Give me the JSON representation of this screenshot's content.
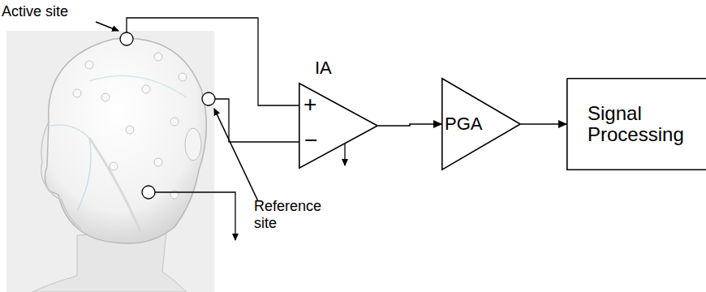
{
  "diagram": {
    "nodes": [
      {
        "text": [
          "IA",
          "+",
          "−"
        ]
      },
      {
        "text": [
          "PGA"
        ]
      },
      {
        "text": [
          "Signal Processing"
        ]
      }
    ],
    "edges": [
      {
        "from": 0,
        "to": 1,
        "arrow": "to"
      },
      {
        "from": 1,
        "to": 2,
        "arrow": "to"
      }
    ],
    "labels": [
      "Active site",
      "Reference site"
    ]
  }
}
